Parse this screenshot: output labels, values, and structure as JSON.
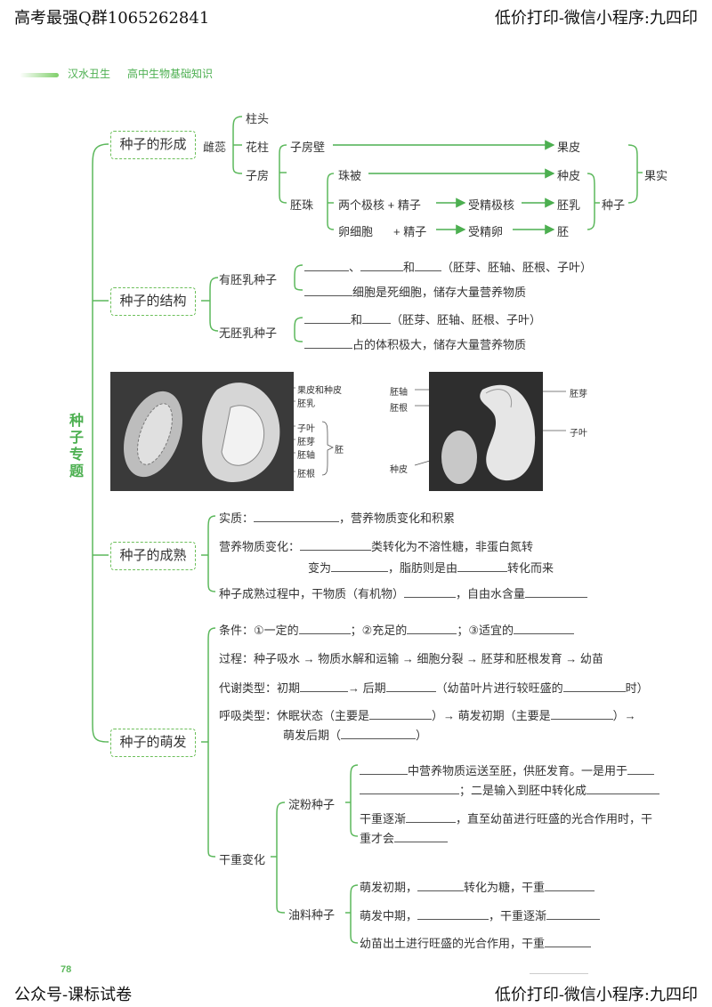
{
  "header": {
    "left": "高考最强Q群1065262841",
    "right": "低价打印-微信小程序:九四印",
    "brand": "汉水丑生",
    "subtitle": "高中生物基础知识"
  },
  "root": "种子专题",
  "formation": {
    "title": "种子的形成",
    "pistil": "雌蕊",
    "stigma": "柱头",
    "style": "花柱",
    "ovary": "子房",
    "ovary_wall": "子房壁",
    "pericarp": "果皮",
    "ovule": "胚珠",
    "integument": "珠被",
    "seed_coat": "种皮",
    "polar": "两个极核 + 精子",
    "fert_polar": "受精极核",
    "endosperm": "胚乳",
    "egg": "卵细胞",
    "plus_sperm": "+ 精子",
    "zygote": "受精卵",
    "embryo": "胚",
    "seed": "种子",
    "fruit": "果实"
  },
  "structure": {
    "title": "种子的结构",
    "endo_seed": "有胚乳种子",
    "endo_l1_sep": "、",
    "endo_l1_and": "和",
    "endo_l1_paren": "（胚芽、胚轴、胚根、子叶）",
    "endo_l2": "细胞是死细胞，储存大量营养物质",
    "non_seed": "无胚乳种子",
    "non_l1_and": "和",
    "non_l1_paren": "（胚芽、胚轴、胚根、子叶）",
    "non_l2": "占的体积极大，储存大量营养物质"
  },
  "figure": {
    "left_labels": [
      "果皮和种皮",
      "胚乳",
      "子叶",
      "胚芽",
      "胚轴",
      "胚根"
    ],
    "left_group": "胚",
    "right_labels": [
      "胚轴",
      "胚根",
      "种皮",
      "胚芽",
      "子叶"
    ]
  },
  "maturation": {
    "title": "种子的成熟",
    "l1a": "实质：",
    "l1b": "，营养物质变化和积累",
    "l2a": "营养物质变化：",
    "l2b": "类转化为不溶性糖，非蛋白氮转",
    "l3a": "变为",
    "l3b": "，脂肪则是由",
    "l3c": "转化而来",
    "l4a": "种子成熟过程中，干物质（有机物）",
    "l4b": "，自由水含量"
  },
  "germination": {
    "title": "种子的萌发",
    "cond_a": "条件：①一定的",
    "cond_b": "；②充足的",
    "cond_c": "；③适宜的",
    "process": "过程：种子吸水 → 物质水解和运输 → 细胞分裂 → 胚芽和胚根发育 → 幼苗",
    "met_a": "代谢类型：初期",
    "met_b": "→ 后期",
    "met_c": "（幼苗叶片进行较旺盛的",
    "met_d": "时）",
    "resp_a": "呼吸类型：休眠状态（主要是",
    "resp_b": "）→ 萌发初期（主要是",
    "resp_c": "）→",
    "resp_d": "萌发后期（",
    "resp_e": "）",
    "dry": "干重变化",
    "starch": "淀粉种子",
    "s1a": "中营养物质运送至胚，供胚发育。一是用于",
    "s2a": "；二是输入到胚中转化成",
    "s3a": "干重逐渐",
    "s3b": "，直至幼苗进行旺盛的光合作用时，干",
    "s4a": "重才会",
    "oil": "油料种子",
    "o1a": "萌发初期，",
    "o1b": "转化为糖，干重",
    "o2a": "萌发中期，",
    "o2b": "，干重逐渐",
    "o3a": "幼苗出土进行旺盛的光合作用，干重"
  },
  "footer": {
    "page": "78",
    "left": "公众号-课标试卷",
    "right": "低价打印-微信小程序:九四印"
  }
}
